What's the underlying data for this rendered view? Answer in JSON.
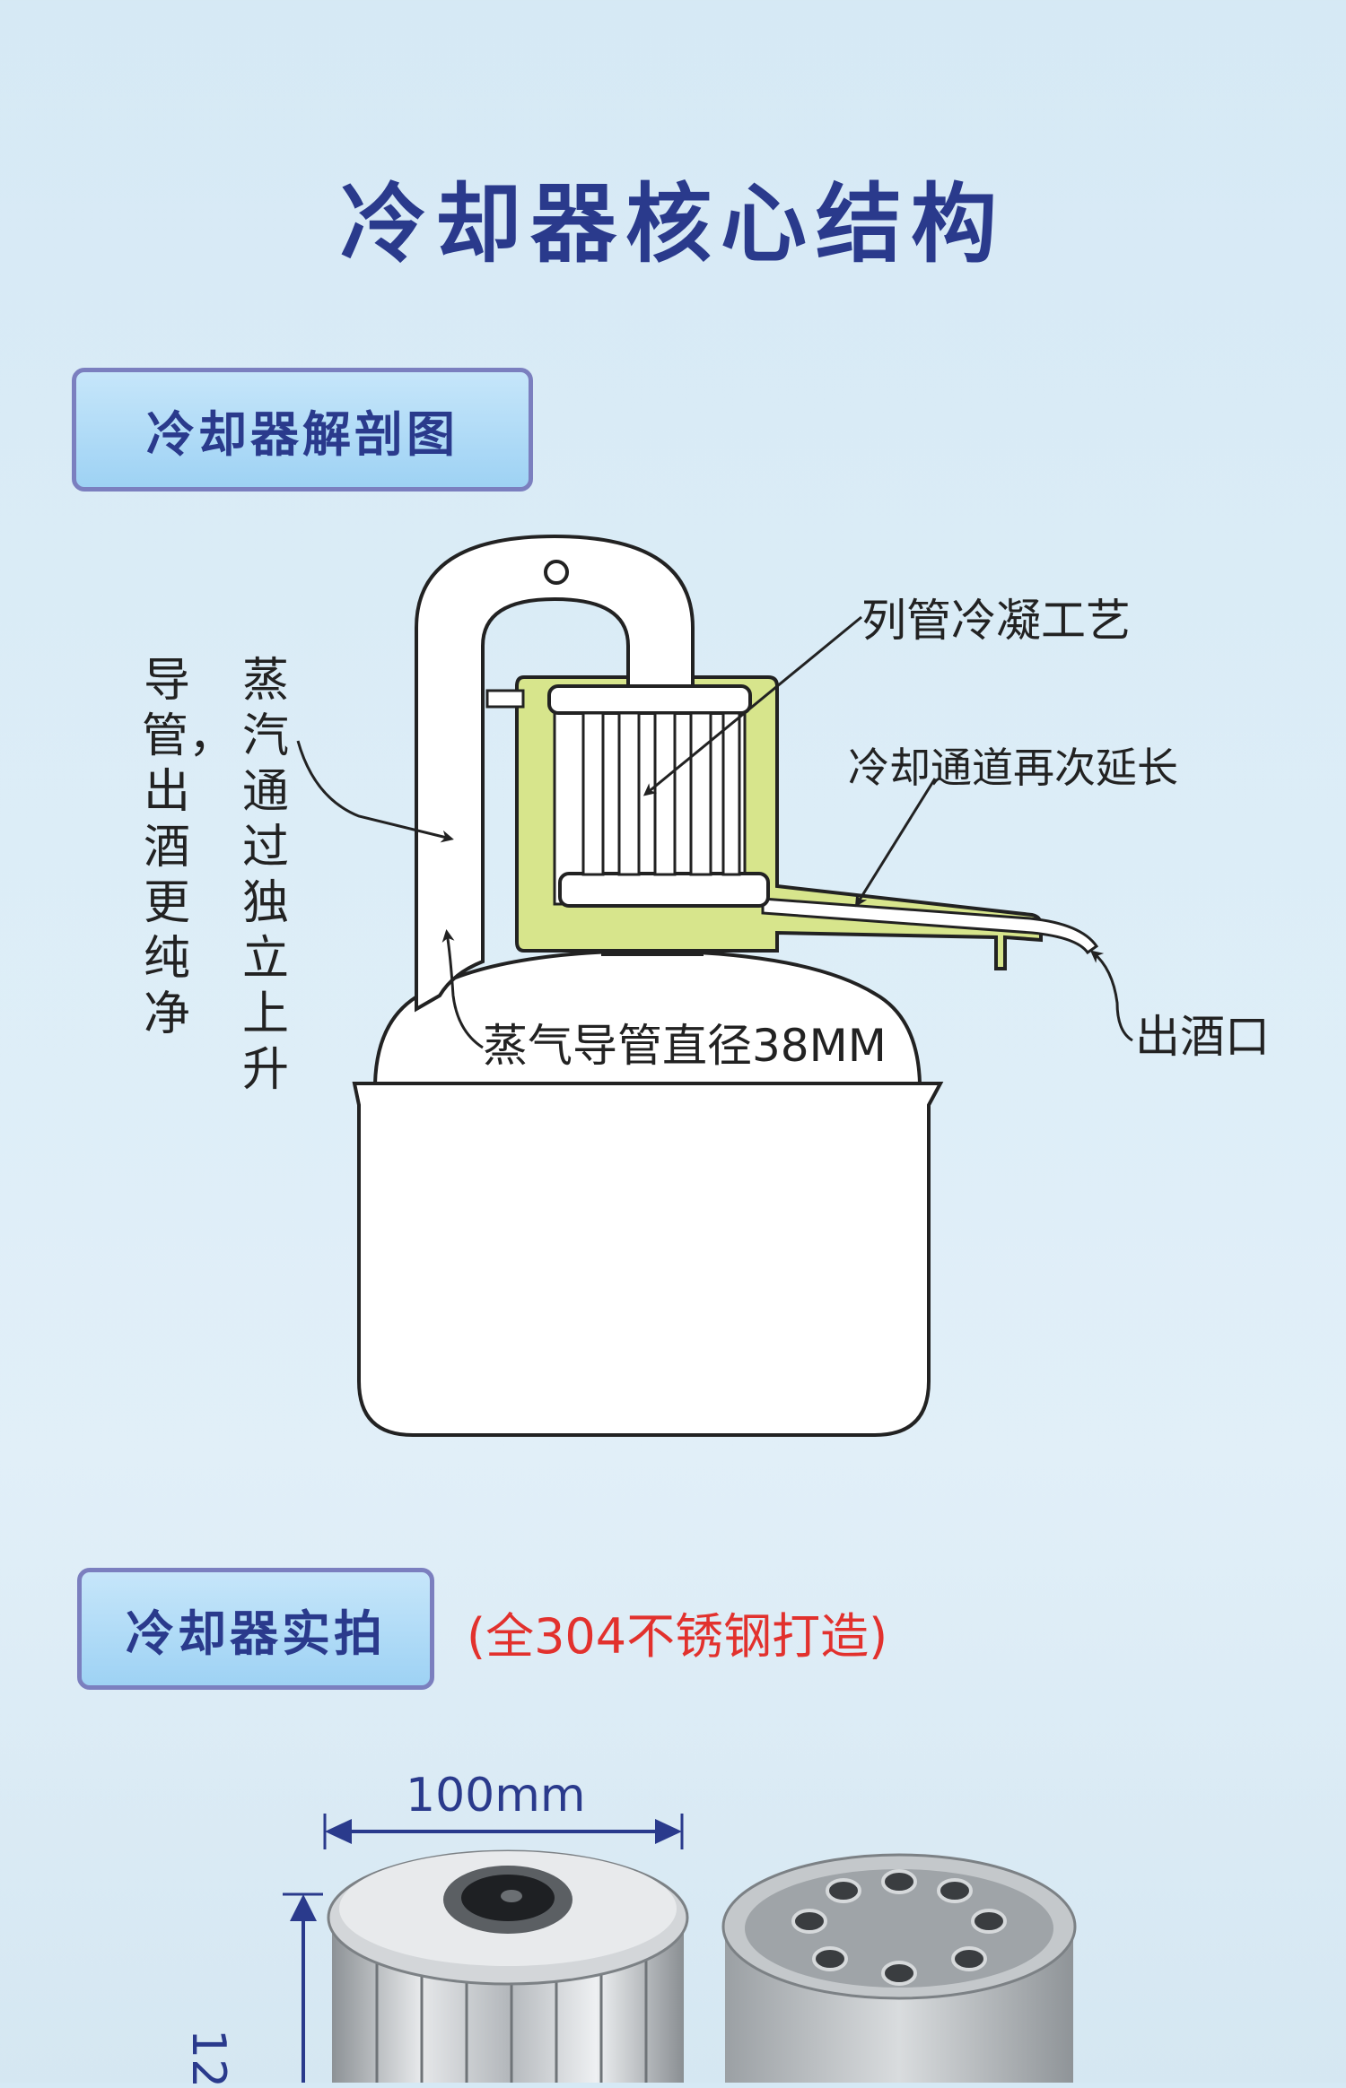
{
  "title": "冷却器核心结构",
  "section_anatomy": {
    "label": "冷却器解剖图"
  },
  "diagram": {
    "label_tube_condense": "列管冷凝工艺",
    "label_channel_extend": "冷却通道再次延长",
    "label_outlet": "出酒口",
    "label_pipe_diameter": "蒸气导管直径38MM",
    "vertical_steam": "蒸汽通过独立上升",
    "vertical_pipe": "导管，出酒更纯净"
  },
  "section_photo": {
    "label": "冷却器实拍",
    "note": "(全304不锈钢打造)"
  },
  "photo": {
    "width_dim": "100mm",
    "height_dim": "12"
  },
  "colors": {
    "title": "#2a3a8c",
    "tag_border": "#7b7fbf",
    "note_red": "#e2312d",
    "jacket_green": "#d7e58c"
  }
}
